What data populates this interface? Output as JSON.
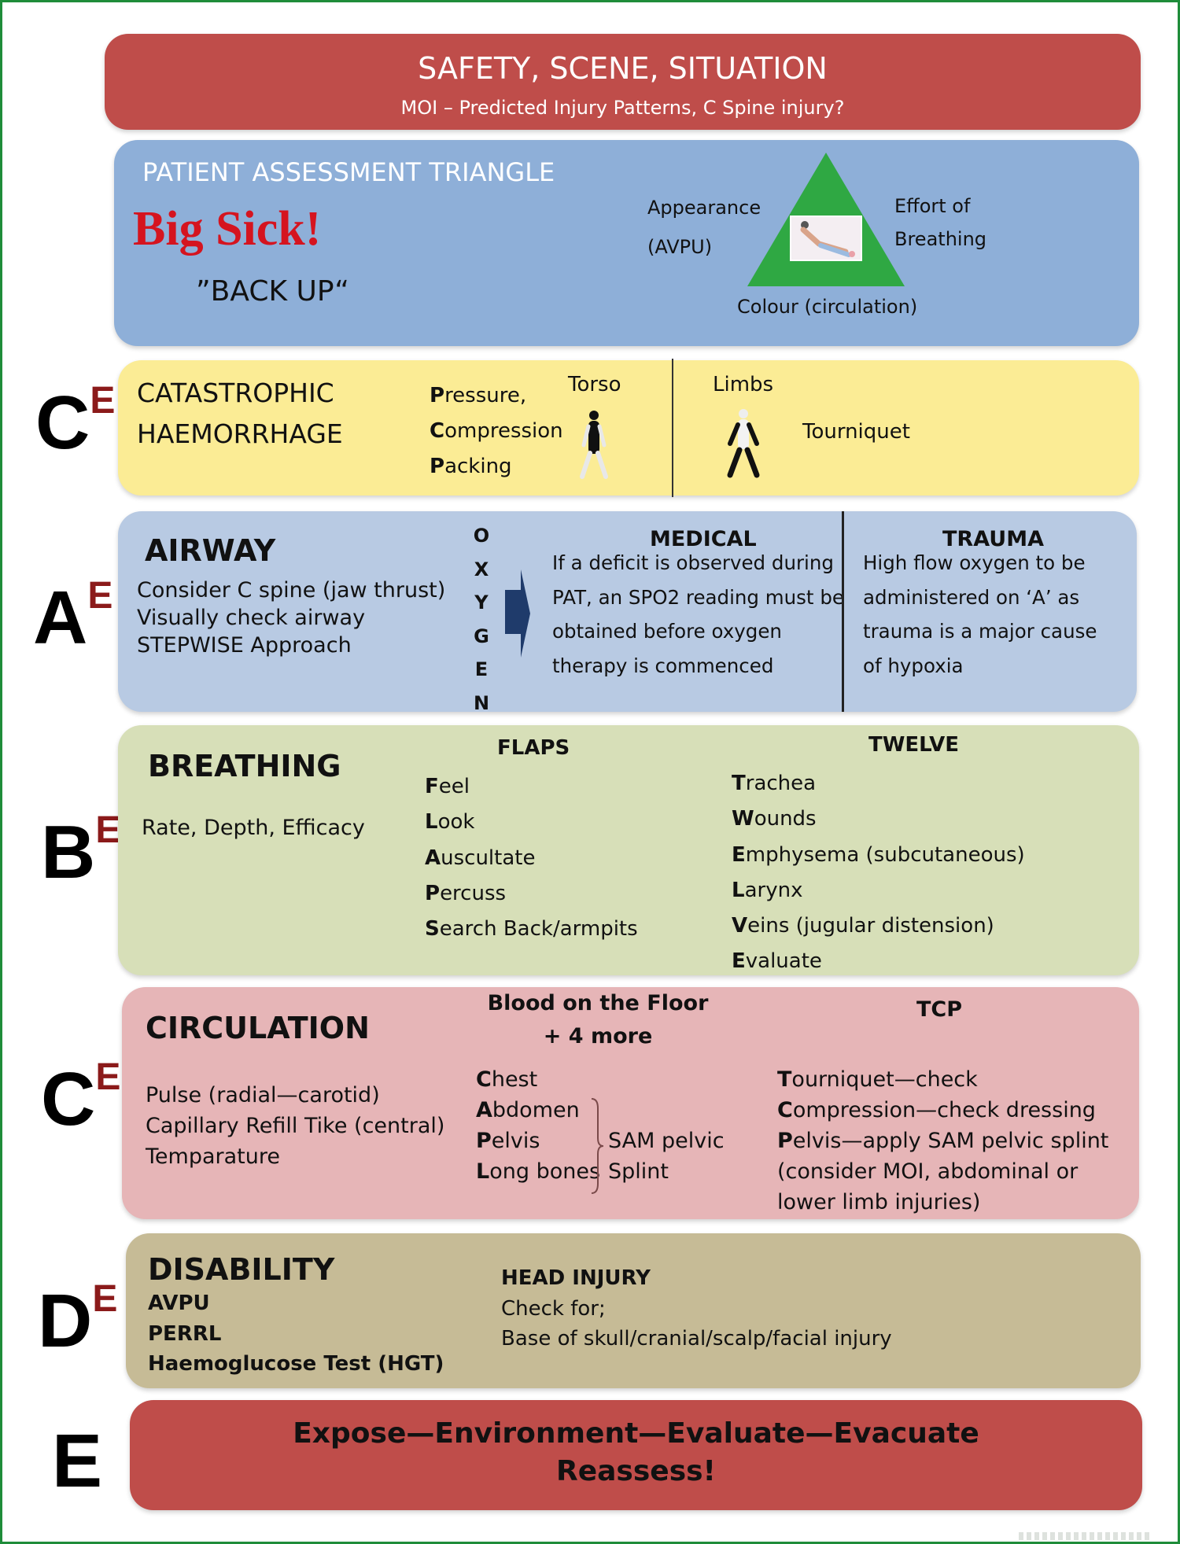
{
  "colors": {
    "frame_border": "#1f8c3a",
    "safety_band": "#bf4d4a",
    "pat_panel": "#8eafd8",
    "triangle": "#2fa843",
    "big_sick_text": "#d5141f",
    "catastrophic_panel": "#fbec95",
    "airway_panel": "#b8cae3",
    "oxygen_arrow": "#1f3b6b",
    "breathing_panel": "#d7dfb8",
    "circulation_panel": "#e6b5b7",
    "disability_panel": "#c6bb96",
    "exposure_panel": "#bf4d4a",
    "superscript_e": "#8b1a1a"
  },
  "safety": {
    "title": "SAFETY, SCENE, SITUATION",
    "subtitle": "MOI – Predicted Injury Patterns, C Spine injury?"
  },
  "pat": {
    "title": "PATIENT ASSESSMENT TRIANGLE",
    "big_sick": "Big Sick!",
    "back_up": "”BACK UP“",
    "triangle_labels": {
      "appearance_line1": "Appearance",
      "appearance_line2": "(AVPU)",
      "effort_line1": "Effort of",
      "effort_line2": "Breathing",
      "colour": "Colour (circulation)"
    }
  },
  "catastrophic": {
    "letter": "C",
    "superscript": "E",
    "heading_line1": "CATASTROPHIC",
    "heading_line2": "HAEMORRHAGE",
    "torso_label": "Torso",
    "limbs_label": "Limbs",
    "torso_items": [
      {
        "initial": "P",
        "rest": "ressure,"
      },
      {
        "initial": "C",
        "rest": "ompression"
      },
      {
        "initial": "P",
        "rest": "acking"
      }
    ],
    "limbs_item": "Tourniquet"
  },
  "airway": {
    "letter": "A",
    "superscript": "E",
    "heading": "AIRWAY",
    "lines": [
      "Consider C spine (jaw thrust)",
      "Visually check airway",
      "STEPWISE Approach"
    ],
    "oxygen_letters": [
      "O",
      "X",
      "Y",
      "G",
      "E",
      "N"
    ],
    "medical": {
      "heading": "MEDICAL",
      "lines": [
        "If a deficit is observed during",
        "PAT, an SPO2 reading must be",
        "obtained before oxygen",
        "therapy is commenced"
      ]
    },
    "trauma": {
      "heading": "TRAUMA",
      "lines": [
        "High flow oxygen to be",
        "administered on ‘A’ as",
        "trauma is a major cause",
        "of hypoxia"
      ]
    }
  },
  "breathing": {
    "letter": "B",
    "superscript": "E",
    "heading": "BREATHING",
    "sub": "Rate, Depth, Efficacy",
    "flaps": {
      "heading": "FLAPS",
      "items": [
        {
          "initial": "F",
          "rest": "eel"
        },
        {
          "initial": "L",
          "rest": "ook"
        },
        {
          "initial": "A",
          "rest": "uscultate"
        },
        {
          "initial": "P",
          "rest": "ercuss"
        },
        {
          "initial": "S",
          "rest": "earch Back/armpits"
        }
      ]
    },
    "twelve": {
      "heading": "TWELVE",
      "items": [
        {
          "initial": "T",
          "rest": "rachea"
        },
        {
          "initial": "W",
          "rest": "ounds"
        },
        {
          "initial": "E",
          "rest": "mphysema (subcutaneous)"
        },
        {
          "initial": "L",
          "rest": "arynx"
        },
        {
          "initial": "V",
          "rest": "eins (jugular distension)"
        },
        {
          "initial": "E",
          "rest": "valuate"
        }
      ]
    }
  },
  "circulation": {
    "letter": "C",
    "superscript": "E",
    "heading": "CIRCULATION",
    "lines": [
      "Pulse (radial—carotid)",
      "Capillary Refill Tike (central)",
      "Temparature"
    ],
    "blood": {
      "heading_line1": "Blood on the Floor",
      "heading_line2": "+ 4 more",
      "items": [
        {
          "initial": "C",
          "rest": "hest"
        },
        {
          "initial": "A",
          "rest": "bdomen"
        },
        {
          "initial": "P",
          "rest": "elvis"
        },
        {
          "initial": "L",
          "rest": "ong bones"
        }
      ],
      "brace_note_line1": "SAM pelvic",
      "brace_note_line2": "Splint"
    },
    "tcp": {
      "heading": "TCP",
      "items": [
        {
          "initial": "T",
          "rest": "ourniquet—check"
        },
        {
          "initial": "C",
          "rest": "ompression—check dressing"
        },
        {
          "initial": "P",
          "rest": "elvis—apply SAM pelvic splint"
        }
      ],
      "note_line1": "(consider MOI, abdominal or",
      "note_line2": "lower limb injuries)"
    }
  },
  "disability": {
    "letter": "D",
    "superscript": "E",
    "heading": "DISABILITY",
    "items": [
      "AVPU",
      "PERRL",
      "Haemoglucose Test (HGT)"
    ],
    "head_injury": {
      "heading": "HEAD INJURY",
      "line1": "Check for;",
      "line2": "Base of skull/cranial/scalp/facial injury"
    }
  },
  "exposure": {
    "letter": "E",
    "line1": "Expose—Environment—Evaluate—Evacuate",
    "line2": "Reassess!"
  }
}
